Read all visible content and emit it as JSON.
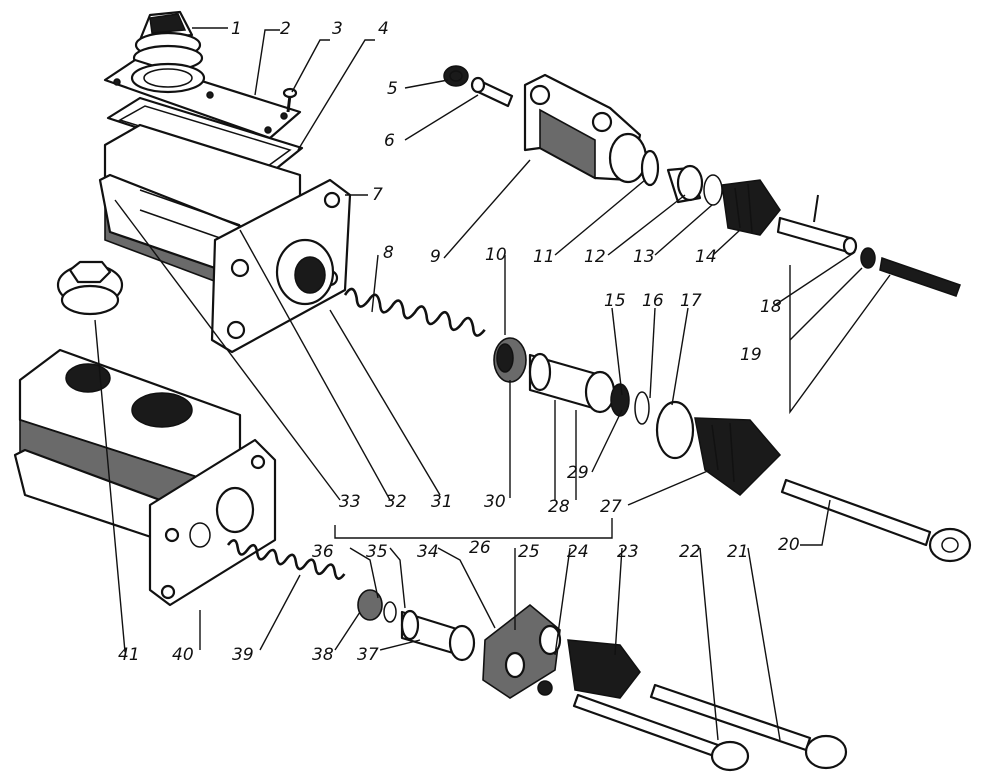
{
  "diagram": {
    "callouts": [
      {
        "id": "c1",
        "text": "1"
      },
      {
        "id": "c2",
        "text": "2"
      },
      {
        "id": "c3",
        "text": "3"
      },
      {
        "id": "c4",
        "text": "4"
      },
      {
        "id": "c5",
        "text": "5"
      },
      {
        "id": "c6",
        "text": "6"
      },
      {
        "id": "c7",
        "text": "7"
      },
      {
        "id": "c8",
        "text": "8"
      },
      {
        "id": "c9",
        "text": "9"
      },
      {
        "id": "c10",
        "text": "10"
      },
      {
        "id": "c11",
        "text": "11"
      },
      {
        "id": "c12",
        "text": "12"
      },
      {
        "id": "c13",
        "text": "13"
      },
      {
        "id": "c14",
        "text": "14"
      },
      {
        "id": "c15",
        "text": "15"
      },
      {
        "id": "c16",
        "text": "16"
      },
      {
        "id": "c17",
        "text": "17"
      },
      {
        "id": "c18",
        "text": "18"
      },
      {
        "id": "c19",
        "text": "19"
      },
      {
        "id": "c20",
        "text": "20"
      },
      {
        "id": "c21",
        "text": "21"
      },
      {
        "id": "c22",
        "text": "22"
      },
      {
        "id": "c23",
        "text": "23"
      },
      {
        "id": "c24",
        "text": "24"
      },
      {
        "id": "c25",
        "text": "25"
      },
      {
        "id": "c26",
        "text": "26"
      },
      {
        "id": "c27",
        "text": "27"
      },
      {
        "id": "c28",
        "text": "28"
      },
      {
        "id": "c29",
        "text": "29"
      },
      {
        "id": "c30",
        "text": "30"
      },
      {
        "id": "c31",
        "text": "31"
      },
      {
        "id": "c32",
        "text": "32"
      },
      {
        "id": "c33",
        "text": "33"
      },
      {
        "id": "c34",
        "text": "34"
      },
      {
        "id": "c35",
        "text": "35"
      },
      {
        "id": "c36",
        "text": "36"
      },
      {
        "id": "c37",
        "text": "37"
      },
      {
        "id": "c38",
        "text": "38"
      },
      {
        "id": "c39",
        "text": "39"
      },
      {
        "id": "c40",
        "text": "40"
      },
      {
        "id": "c41",
        "text": "41"
      }
    ]
  }
}
